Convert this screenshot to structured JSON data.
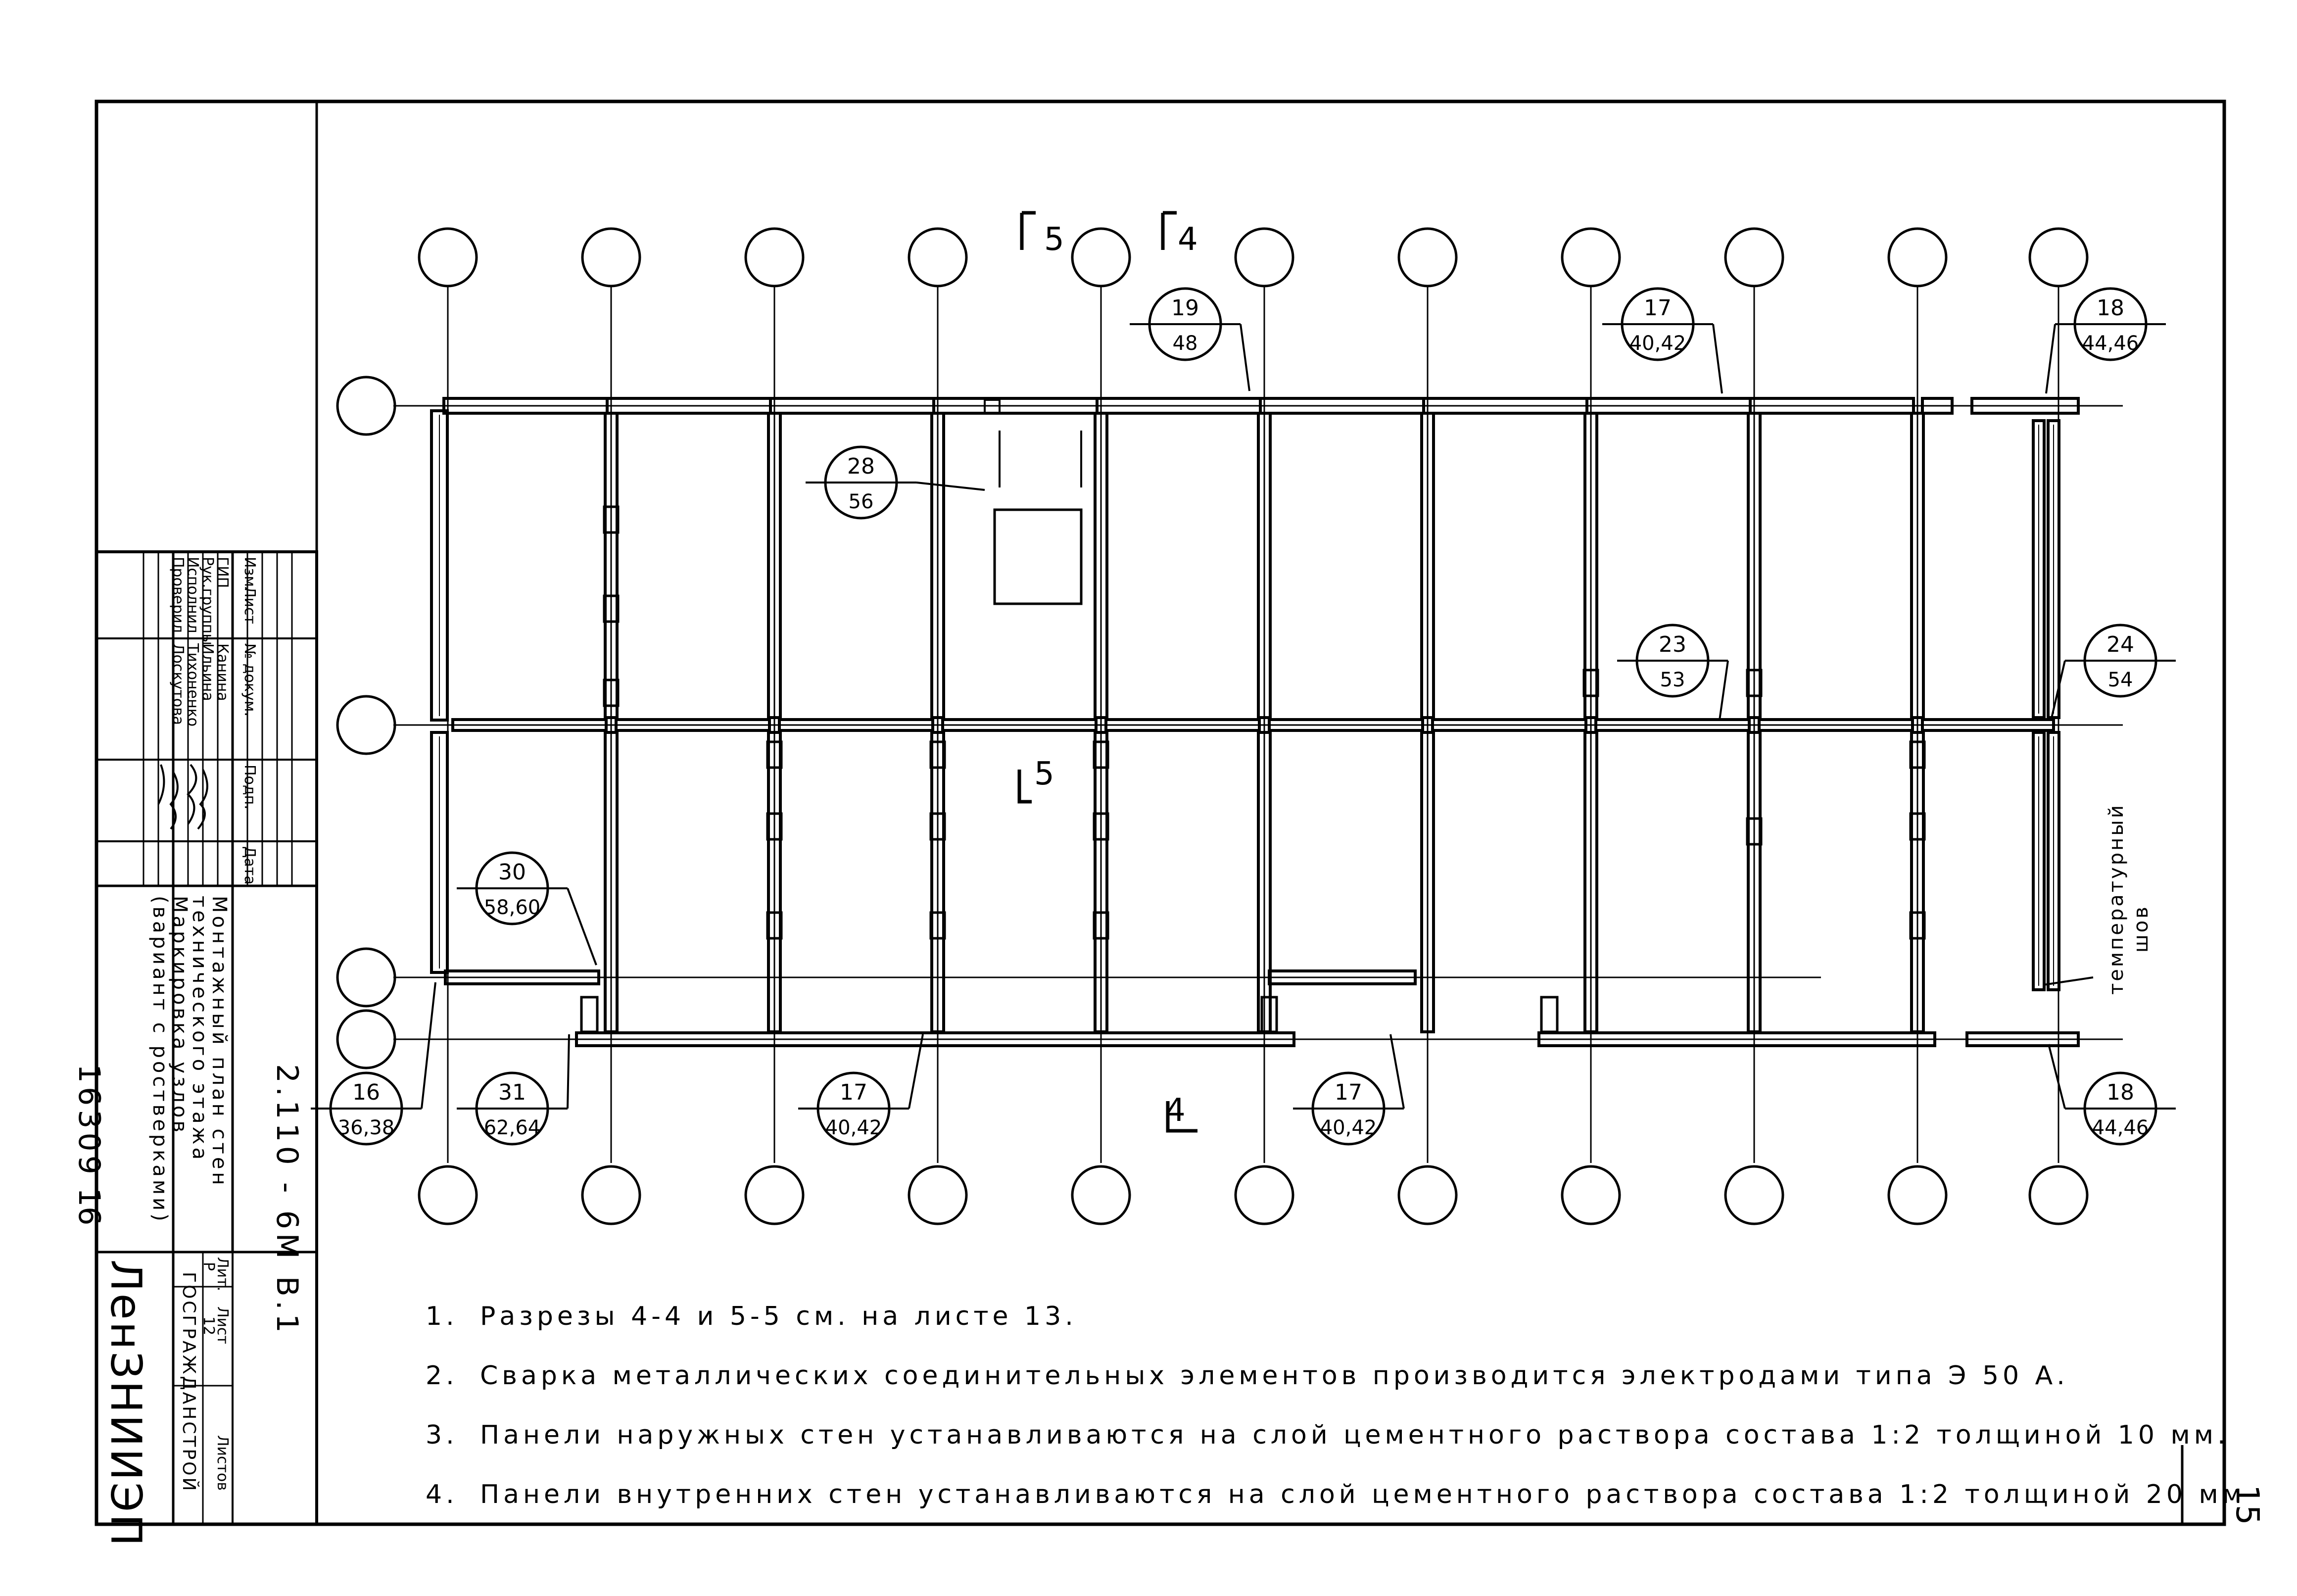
{
  "sheet_number": "15",
  "title_block": {
    "designation": "2.110 - 6M B.1",
    "sheet_title_lines": [
      "Монтажный план стен",
      "технического этажа",
      "Маркировка узлов",
      "(вариант с ростверками)"
    ],
    "columns": [
      "Изм.",
      "Лист",
      "№ докум.",
      "Подп.",
      "Дата"
    ],
    "signers": [
      {
        "role": "ГИП",
        "name": "Канина"
      },
      {
        "role": "Рук.группы",
        "name": "Ильина"
      },
      {
        "role": "Исполнил",
        "name": "Тихоненко"
      },
      {
        "role": "Проверил",
        "name": "Лоскутова"
      }
    ],
    "stage_header": [
      "Лит.",
      "Лист",
      "Листов"
    ],
    "stage": "Р",
    "sheet": "12",
    "org_top": "ГОСГРАЖДАНСТРОЙ",
    "org": "ЛенЗНИИЭП",
    "archive_number": "16309",
    "archive_sheet": "16"
  },
  "section_marks": {
    "top_5": "5",
    "top_4": "4",
    "mid_5": "5",
    "bottom_4": "4"
  },
  "node_callouts": [
    {
      "id": "c19",
      "top": "19",
      "bottom": "48"
    },
    {
      "id": "c17a",
      "top": "17",
      "bottom": "40,42"
    },
    {
      "id": "c18a",
      "top": "18",
      "bottom": "44,46"
    },
    {
      "id": "c28",
      "top": "28",
      "bottom": "56"
    },
    {
      "id": "c23",
      "top": "23",
      "bottom": "53"
    },
    {
      "id": "c24",
      "top": "24",
      "bottom": "54"
    },
    {
      "id": "c30",
      "top": "30",
      "bottom": "58,60"
    },
    {
      "id": "c16",
      "top": "16",
      "bottom": "36,38"
    },
    {
      "id": "c31",
      "top": "31",
      "bottom": "62,64"
    },
    {
      "id": "c17b",
      "top": "17",
      "bottom": "40,42"
    },
    {
      "id": "c17c",
      "top": "17",
      "bottom": "40,42"
    },
    {
      "id": "c18b",
      "top": "18",
      "bottom": "44,46"
    }
  ],
  "joint_label_lines": [
    "температурный",
    "шов"
  ],
  "notes": [
    {
      "num": "1.",
      "text": "Разрезы 4-4 и 5-5 см. на листе 13."
    },
    {
      "num": "2.",
      "text": "Сварка металлических соединительных элементов производится электродами типа Э 50 А."
    },
    {
      "num": "3.",
      "text": "Панели наружных стен устанавливаются на слой цементного раствора состава 1:2 толщиной 10 мм."
    },
    {
      "num": "4.",
      "text": "Панели внутренних стен устанавливаются на слой цементного раствора состава 1:2 толщиной 20 мм"
    }
  ]
}
